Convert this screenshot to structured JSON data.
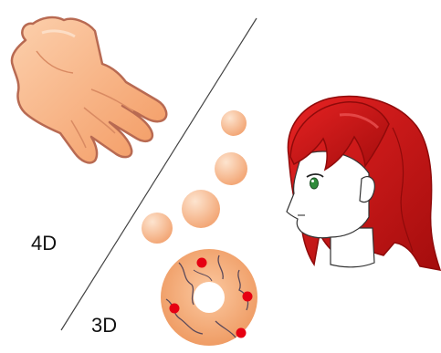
{
  "labels": {
    "four_d": "4D",
    "three_d": "3D"
  },
  "icons": {
    "hand": "hand-icon",
    "sphere": "sphere-icon",
    "torus": "torus-icon",
    "head": "anime-head-icon"
  },
  "colors": {
    "skin_fill": "#f6a877",
    "skin_light": "#fcd0ad",
    "skin_outline": "#b86a52",
    "sphere_highlight": "#fde4cf",
    "sphere_base": "#f3a878",
    "torus_fill": "#f2a673",
    "torus_crack": "#5c4a5a",
    "torus_dot": "#e60012",
    "hair_red": "#cc1111",
    "hair_dark": "#8f0a0a",
    "eye_green": "#2e8b3a",
    "divider_line": "#444444"
  },
  "sphere_count": 4,
  "torus_dot_count": 4
}
